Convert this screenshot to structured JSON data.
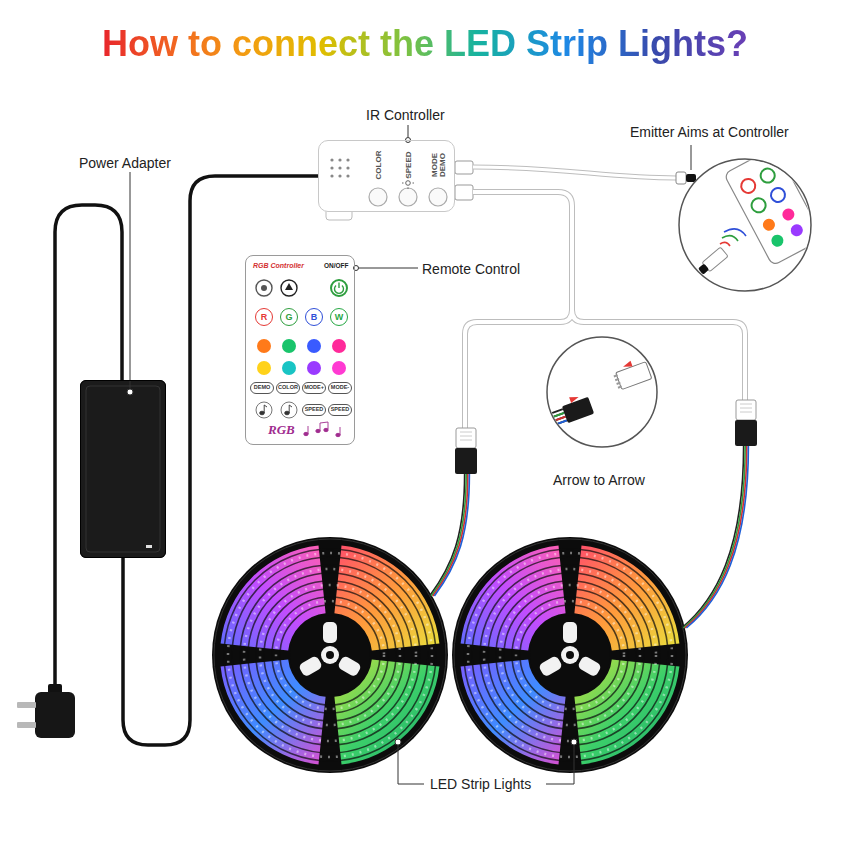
{
  "diagram": {
    "title": "How to connect the LED Strip Lights?",
    "nodes": [
      {
        "text": [
          "IR Controller",
          "COLOR",
          "SPEED",
          "MODE DEMO"
        ]
      },
      {
        "text": [
          "Power Adapter"
        ]
      },
      {
        "text": [
          "Remote Control",
          "RGB Controller",
          "ON/OFF",
          "RGB"
        ]
      },
      {
        "text": [
          "R"
        ],
        "in": 2
      },
      {
        "text": [
          "G"
        ],
        "in": 2
      },
      {
        "text": [
          "B"
        ],
        "in": 2
      },
      {
        "text": [
          "W"
        ],
        "in": 2
      },
      {
        "text": [
          "DEMO"
        ],
        "in": 2
      },
      {
        "text": [
          "COLOR"
        ],
        "in": 2
      },
      {
        "text": [
          "MODE+"
        ],
        "in": 2
      },
      {
        "text": [
          "MODE-"
        ],
        "in": 2
      },
      {
        "text": [
          "SPEED"
        ],
        "in": 2
      },
      {
        "text": [
          "SPEED"
        ],
        "in": 2
      }
    ],
    "edges": [
      {
        "from": 1,
        "to": 0,
        "arrow": "none"
      }
    ],
    "labels": [
      "Emitter Aims at Controller",
      "Arrow to Arrow",
      "LED Strip Lights"
    ]
  }
}
